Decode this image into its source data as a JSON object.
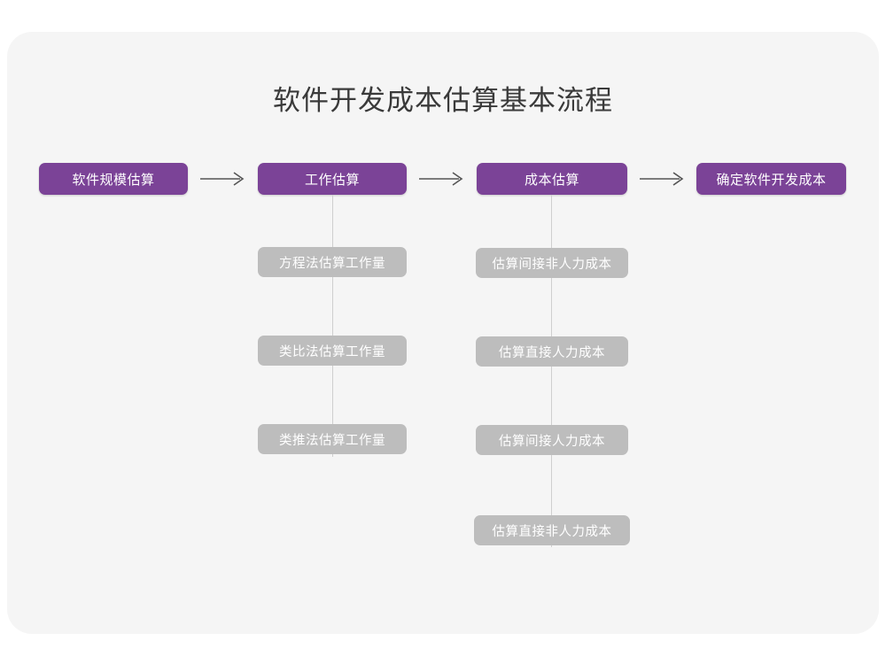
{
  "page": {
    "title": "软件开发成本估算基本流程",
    "background_color": "#ffffff",
    "card_color": "#f5f5f5",
    "primary_color": "#7b4397",
    "secondary_color": "#bdbdbd",
    "title_color": "#3a3a3a",
    "connector_color": "#cfcfcf",
    "arrow_color": "#555555"
  },
  "diagram": {
    "type": "flowchart",
    "main_steps": [
      {
        "id": "step-1",
        "label": "软件规模估算"
      },
      {
        "id": "step-2",
        "label": "工作估算"
      },
      {
        "id": "step-3",
        "label": "成本估算"
      },
      {
        "id": "step-4",
        "label": "确定软件开发成本"
      }
    ],
    "arrows": [
      {
        "id": "arrow-1",
        "from": "step-1",
        "to": "step-2",
        "glyph": "→"
      },
      {
        "id": "arrow-2",
        "from": "step-2",
        "to": "step-3",
        "glyph": "→"
      },
      {
        "id": "arrow-3",
        "from": "step-3",
        "to": "step-4",
        "glyph": "→"
      }
    ],
    "branches": [
      {
        "id": "branch-work",
        "parent": "step-2",
        "items": [
          {
            "id": "work-1",
            "label": "方程法估算工作量"
          },
          {
            "id": "work-2",
            "label": "类比法估算工作量"
          },
          {
            "id": "work-3",
            "label": "类推法估算工作量"
          }
        ]
      },
      {
        "id": "branch-cost",
        "parent": "step-3",
        "items": [
          {
            "id": "cost-1",
            "label": "估算间接非人力成本"
          },
          {
            "id": "cost-2",
            "label": "估算直接人力成本"
          },
          {
            "id": "cost-3",
            "label": "估算间接人力成本"
          },
          {
            "id": "cost-4",
            "label": "估算直接非人力成本"
          }
        ]
      }
    ]
  }
}
